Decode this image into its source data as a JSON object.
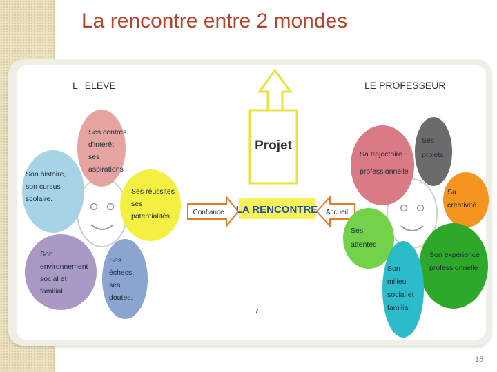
{
  "title": "La rencontre entre 2 mondes",
  "page_number": "15",
  "diagram": {
    "eleve_label": "L ' ELEVE",
    "professeur_label": "LE PROFESSEUR",
    "projet_label": "Projet",
    "rencontre_label": "LA  RENCONTRE",
    "confiance_label": "Confiance",
    "accueil_label": "Accueil",
    "slide_number": "7",
    "eleve_bubbles": [
      {
        "lines": [
          "Ses centres",
          "d'intérêt,",
          "ses",
          "aspirations"
        ],
        "color": "#e6a4a1"
      },
      {
        "lines": [
          "Son histoire,",
          "son cursus",
          "scolaire."
        ],
        "color": "#a7d3e6"
      },
      {
        "lines": [
          "Ses réussites",
          "ses",
          "potentialités"
        ],
        "color": "#f3f042"
      },
      {
        "lines": [
          "Son",
          "environnement",
          "social et",
          "familial."
        ],
        "color": "#a99ac5"
      },
      {
        "lines": [
          "Ses",
          "échecs,",
          "ses",
          "doutes."
        ],
        "color": "#8aa5d0"
      }
    ],
    "prof_bubbles": [
      {
        "lines": [
          "Sa trajectoire",
          "professionnelle"
        ],
        "color": "#d97a84"
      },
      {
        "lines": [
          "Ses",
          "projets"
        ],
        "color": "#6b6b6b"
      },
      {
        "lines": [
          "Sa",
          "créativité"
        ],
        "color": "#f5951f"
      },
      {
        "lines": [
          "Ses",
          "attentes"
        ],
        "color": "#74d24a"
      },
      {
        "lines": [
          "Son expérience",
          "professionnelle"
        ],
        "color": "#2da82b"
      },
      {
        "lines": [
          "Son",
          "milieu",
          "social et",
          "familial"
        ],
        "color": "#2bbccb"
      }
    ]
  }
}
